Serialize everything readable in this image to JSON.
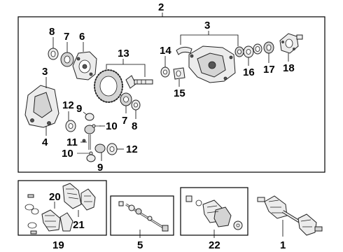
{
  "callouts": {
    "c2": "2",
    "c8a": "8",
    "c7a": "7",
    "c6": "6",
    "c13": "13",
    "c3a": "3",
    "c14": "14",
    "c3b": "3",
    "c15": "15",
    "c16": "16",
    "c17": "17",
    "c18": "18",
    "c4": "4",
    "c12a": "12",
    "c9a": "9",
    "c10a": "10",
    "c11": "11",
    "c10b": "10",
    "c9b": "9",
    "c12b": "12",
    "c7b": "7",
    "c8b": "8",
    "c20": "20",
    "c21": "21",
    "c19": "19",
    "c5": "5",
    "c22": "22",
    "c1": "1"
  }
}
